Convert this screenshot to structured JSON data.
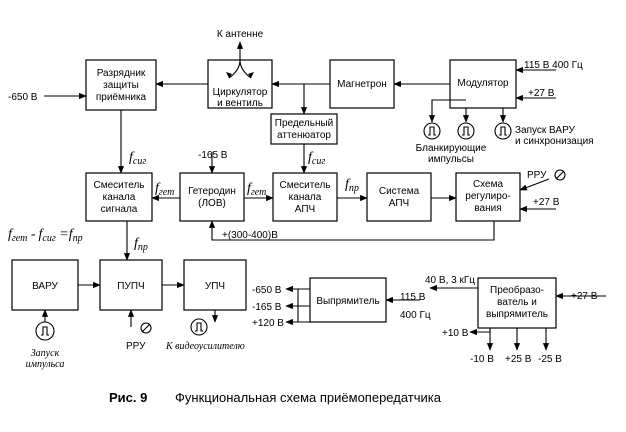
{
  "blocks": {
    "arrester": [
      "Разрядник",
      "защиты",
      "приёмника"
    ],
    "circulator": [
      "Циркулятор",
      "и вентиль"
    ],
    "magnetron": [
      "Магнетрон"
    ],
    "modulator": [
      "Модулятор"
    ],
    "attenuator": [
      "Предельный",
      "аттенюатор"
    ],
    "signal_mixer": [
      "Смеситель",
      "канала",
      "сигнала"
    ],
    "local_osc": [
      "Гетеродин",
      "(ЛОВ)"
    ],
    "afc_mixer": [
      "Смеситель",
      "канала",
      "АПЧ"
    ],
    "afc": [
      "Система",
      "АПЧ"
    ],
    "regulator": [
      "Схема",
      "регулиро-",
      "вания"
    ],
    "varu": [
      "ВАРУ"
    ],
    "pupch": [
      "ПУПЧ"
    ],
    "upch": [
      "УПЧ"
    ],
    "rectifier": [
      "Выпрямитель"
    ],
    "converter": [
      "Преобразо-",
      "ватель и",
      "выпрямитель"
    ]
  },
  "labels": {
    "antenna": "К антенне",
    "minus650": "-650 В",
    "v115_400": "115 В 400 Гц",
    "plus27_mod": "+27 В",
    "minus165": "-165 В",
    "blanking": [
      "Бланкирующие",
      "импульсы"
    ],
    "varu_start": [
      "Запуск ВАРУ",
      "и синхронизация"
    ],
    "rru_top": "РРУ",
    "plus27_reg": "+27 В",
    "v300_400": "+(300-400)В",
    "rru_bottom": "РРУ",
    "start_pulse": [
      "Запуск",
      "импульса"
    ],
    "to_video": "К видеоусилителю",
    "out_minus650": "-650 В",
    "out_minus165": "-165 В",
    "out_plus120": "+120 В",
    "in_115": "115 В",
    "in_400hz": "400 Гц",
    "v40_3k": "40 В, 3 кГц",
    "plus27_conv": "+27 В",
    "plus10": "+10 В",
    "out_minus10": "-10 В",
    "out_plus25": "+25 В",
    "out_minus25": "-25 В"
  },
  "formulas": {
    "f_sig": [
      "f",
      "сиг"
    ],
    "f_get_1": [
      "f",
      "гет"
    ],
    "f_get_2": [
      "f",
      "гет"
    ],
    "f_sig_2": [
      "f",
      "сиг"
    ],
    "f_pr_1": [
      "f",
      "пр"
    ],
    "f_pr_2": [
      "f",
      "пр"
    ],
    "equation": [
      "f",
      "гет",
      " -",
      "f",
      "сиг",
      " =",
      "f",
      "пр"
    ]
  },
  "caption": {
    "number": "Рис. 9",
    "text": "Функциональная схема приёмопередатчика"
  }
}
